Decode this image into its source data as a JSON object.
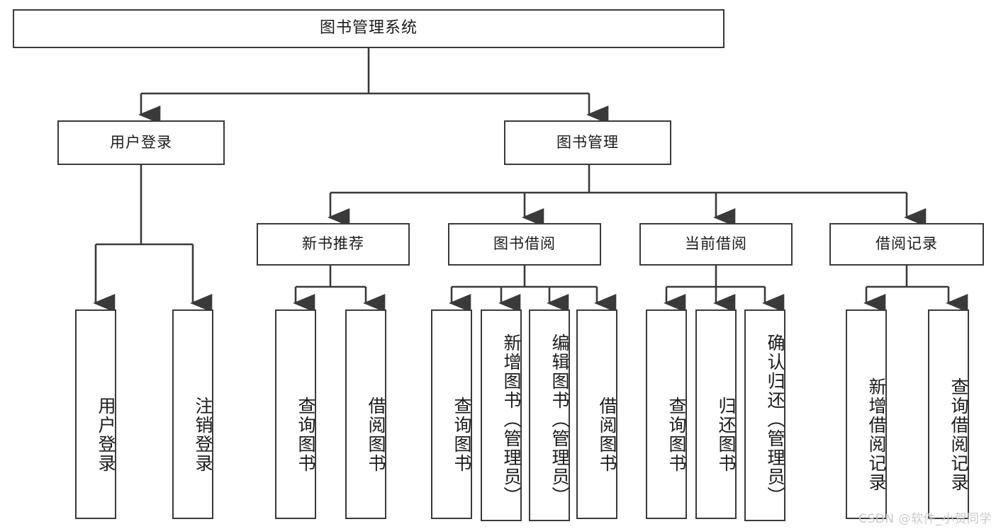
{
  "diagram": {
    "title": "图书管理系统",
    "root": {
      "label": "图书管理系统"
    },
    "level2": [
      {
        "label": "用户登录"
      },
      {
        "label": "图书管理"
      }
    ],
    "level3": [
      {
        "label": "新书推荐"
      },
      {
        "label": "图书借阅"
      },
      {
        "label": "当前借阅"
      },
      {
        "label": "借阅记录"
      }
    ],
    "leaves": {
      "user_login": [
        {
          "label": "用户登录"
        },
        {
          "label": "注销登录"
        }
      ],
      "new_book_recommend": [
        {
          "label": "查询图书"
        },
        {
          "label": "借阅图书"
        }
      ],
      "book_borrow": [
        {
          "label": "查询图书"
        },
        {
          "label": "新增图书（管理员）"
        },
        {
          "label": "编辑图书（管理员）"
        },
        {
          "label": "借阅图书"
        }
      ],
      "current_borrow": [
        {
          "label": "查询图书"
        },
        {
          "label": "归还图书"
        },
        {
          "label": "确认归还（管理员）"
        }
      ],
      "borrow_records": [
        {
          "label": "新增借阅记录"
        },
        {
          "label": "查询借阅记录"
        }
      ]
    }
  },
  "watermark": {
    "text": "CSDN @软件_小贺同学"
  },
  "colors": {
    "stroke": "#3a3a3a",
    "text": "#1b1b1b",
    "background": "#ffffff",
    "watermark": "#c9c9c9"
  }
}
